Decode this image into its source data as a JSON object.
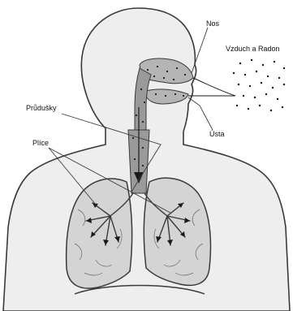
{
  "labels": {
    "nose": "Nos",
    "air_and_radon": "Vzduch a Radon",
    "bronchi": "Průdušky",
    "mouth": "Ústa",
    "lungs": "Plíce"
  },
  "colors": {
    "outline": "#3a3a3a",
    "lung_fill": "#d4d4d4",
    "body_fill": "#eeeeee",
    "airway_fill": "#9a9a9a",
    "particle": "#1a1a1a"
  }
}
